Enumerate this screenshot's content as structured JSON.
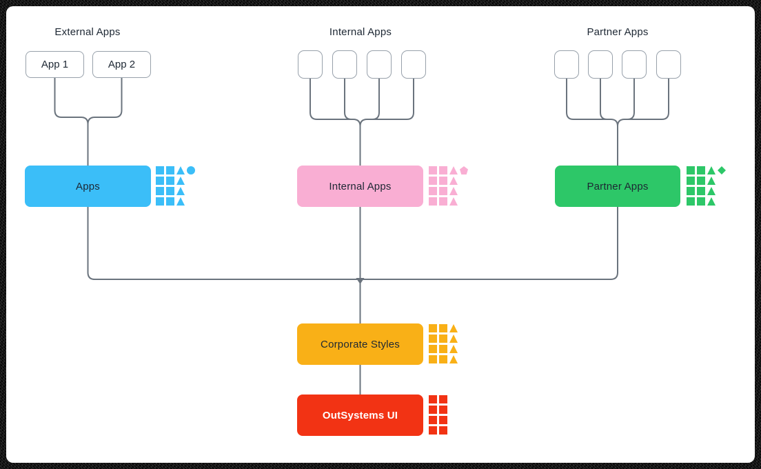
{
  "colors": {
    "line": "#6A737D",
    "text_dark": "#1D2733",
    "box_border": "#97A0AA",
    "blue": "#3BBEF8",
    "pink": "#F9AED3",
    "green": "#2DC768",
    "amber": "#F9B017",
    "red": "#F23314",
    "canvas": "#FFFFFF"
  },
  "sections": {
    "external": {
      "header": "External Apps",
      "apps": [
        {
          "label": "App 1"
        },
        {
          "label": "App 2"
        }
      ],
      "bucket_label": "Apps"
    },
    "internal": {
      "header": "Internal Apps",
      "placeholder_count": 4,
      "bucket_label": "Internal Apps"
    },
    "partner": {
      "header": "Partner Apps",
      "placeholder_count": 4,
      "bucket_label": "Partner Apps"
    }
  },
  "foundation": {
    "corporate_label": "Corporate Styles",
    "outsystems_label": "OutSystems UI"
  },
  "icon_grids": {
    "apps": {
      "color": "#3BBEF8",
      "rows": [
        [
          "square",
          "square",
          "triangle",
          "circle"
        ],
        [
          "square",
          "square",
          "triangle"
        ],
        [
          "square",
          "square",
          "triangle"
        ],
        [
          "square",
          "square",
          "triangle"
        ]
      ]
    },
    "internal": {
      "color": "#F9AED3",
      "rows": [
        [
          "square",
          "square",
          "triangle",
          "pentagon"
        ],
        [
          "square",
          "square",
          "triangle"
        ],
        [
          "square",
          "square",
          "triangle"
        ],
        [
          "square",
          "square",
          "triangle"
        ]
      ]
    },
    "partner": {
      "color": "#2DC768",
      "rows": [
        [
          "square",
          "square",
          "triangle",
          "diamond"
        ],
        [
          "square",
          "square",
          "triangle"
        ],
        [
          "square",
          "square",
          "triangle"
        ],
        [
          "square",
          "square",
          "triangle"
        ]
      ]
    },
    "corporate": {
      "color": "#F9B017",
      "rows": [
        [
          "square",
          "square",
          "triangle"
        ],
        [
          "square",
          "square",
          "triangle"
        ],
        [
          "square",
          "square",
          "triangle"
        ],
        [
          "square",
          "square",
          "triangle"
        ]
      ]
    },
    "outsystems": {
      "color": "#F23314",
      "rows": [
        [
          "square",
          "square"
        ],
        [
          "square",
          "square"
        ],
        [
          "square",
          "square"
        ],
        [
          "square",
          "square"
        ]
      ]
    }
  }
}
